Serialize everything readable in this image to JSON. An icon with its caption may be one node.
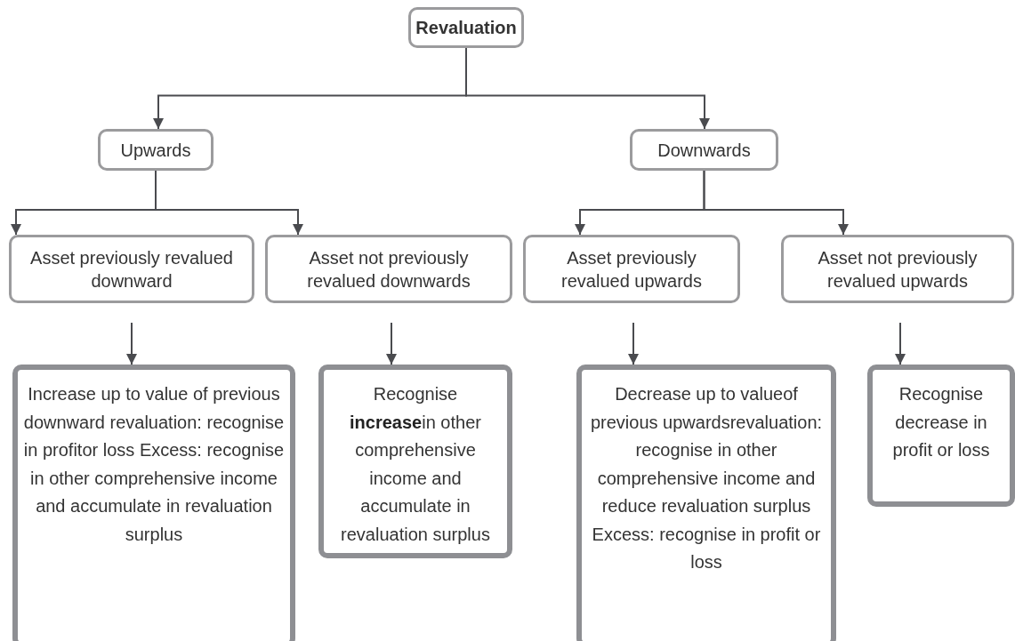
{
  "diagram": {
    "nodes": [
      {
        "text": [
          "Revaluation"
        ]
      },
      {
        "text": [
          "Upwards"
        ]
      },
      {
        "text": [
          "Downwards"
        ]
      },
      {
        "text": [
          "Asset previously revalued downward"
        ]
      },
      {
        "text": [
          "Asset not previously revalued downwards"
        ]
      },
      {
        "text": [
          "Asset previously revalued upwards"
        ]
      },
      {
        "text": [
          "Asset not previously revalued upwards"
        ]
      },
      {
        "text": [
          "Increase up to value of previous downward revaluation: recognise in profitor loss Excess: recognise in other comprehensive income and accumulate in revaluation surplus"
        ]
      },
      {
        "text": [
          "Recognise **increase**in other comprehensive income and accumulate in revaluation surplus"
        ]
      },
      {
        "text": [
          "Decrease up to valueof previous upwardsrevaluation: recognise in other comprehensive income and reduce revaluation surplus Excess: recognise in profit or loss"
        ]
      },
      {
        "text": [
          "Recognise decrease in profit or loss"
        ]
      }
    ],
    "edges": [
      {
        "from": 0,
        "to": 1,
        "arrow": "to"
      },
      {
        "from": 0,
        "to": 2,
        "arrow": "to"
      },
      {
        "from": 1,
        "to": 3,
        "arrow": "to"
      },
      {
        "from": 1,
        "to": 4,
        "arrow": "to"
      },
      {
        "from": 2,
        "to": 5,
        "arrow": "to"
      },
      {
        "from": 2,
        "to": 6,
        "arrow": "to"
      },
      {
        "from": 3,
        "to": 7,
        "arrow": "to"
      },
      {
        "from": 4,
        "to": 8,
        "arrow": "to"
      },
      {
        "from": 5,
        "to": 9,
        "arrow": "to"
      },
      {
        "from": 6,
        "to": 10,
        "arrow": "to"
      }
    ]
  }
}
